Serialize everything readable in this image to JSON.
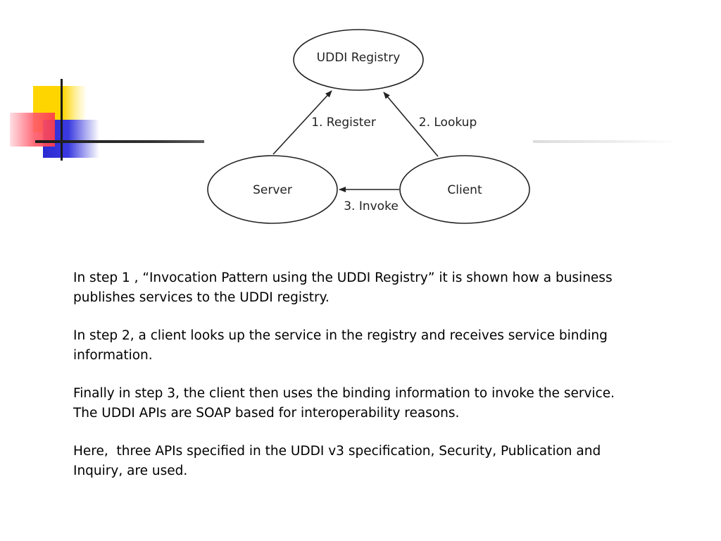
{
  "diagram": {
    "nodes": {
      "registry": "UDDI Registry",
      "server": "Server",
      "client": "Client"
    },
    "edges": {
      "register": "1. Register",
      "lookup": "2. Lookup",
      "invoke": "3. Invoke"
    }
  },
  "body": {
    "paragraphs": [
      "In step 1 , “Invocation Pattern using the UDDI Registry” it is shown how a business publishes services to the UDDI registry.",
      "In step 2, a client looks up the service in the registry and receives service binding information.",
      "Finally in step 3, the client then uses the binding information to invoke the service. The UDDI APIs are SOAP based for interoperability reasons.",
      "Here,  three APIs specified in the UDDI v3 specification, Security, Publication and Inquiry, are used."
    ]
  }
}
